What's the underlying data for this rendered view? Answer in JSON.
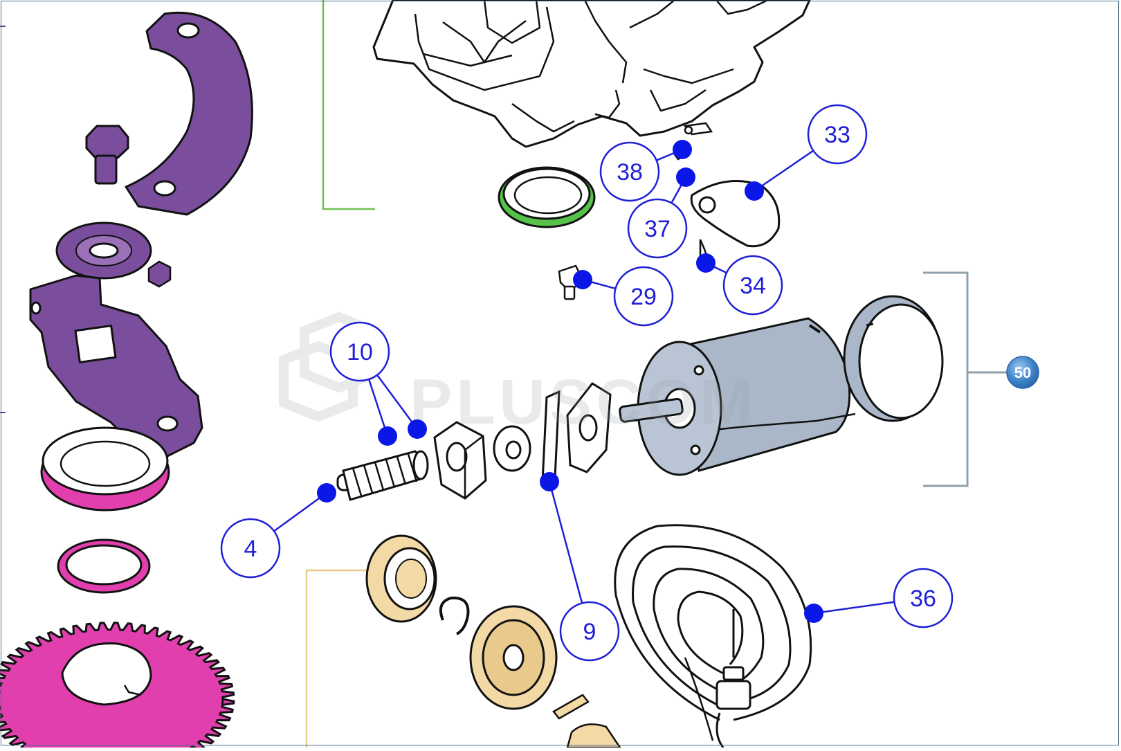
{
  "watermark": {
    "text": "PLUSCOM"
  },
  "callouts": [
    {
      "label": "38"
    },
    {
      "label": "37"
    },
    {
      "label": "33"
    },
    {
      "label": "34"
    },
    {
      "label": "29"
    },
    {
      "label": "10"
    },
    {
      "label": "4"
    },
    {
      "label": "9"
    },
    {
      "label": "36"
    },
    {
      "label": "50"
    }
  ],
  "colors": {
    "callout_stroke": "#1f1fd6",
    "callout_text": "#1f1fd6",
    "callout_dot": "#0a17e6",
    "part_purple": "#7a4e9c",
    "part_magenta": "#e23fae",
    "part_green": "#56c24a",
    "part_tan": "#f3d9a6",
    "motor_gray": "#a9b7c8",
    "group_bracket": "#8fa0ad",
    "badge_blue": "#3f84c8",
    "leader_green": "#6fbf52",
    "leader_tan": "#e9cc8a"
  }
}
